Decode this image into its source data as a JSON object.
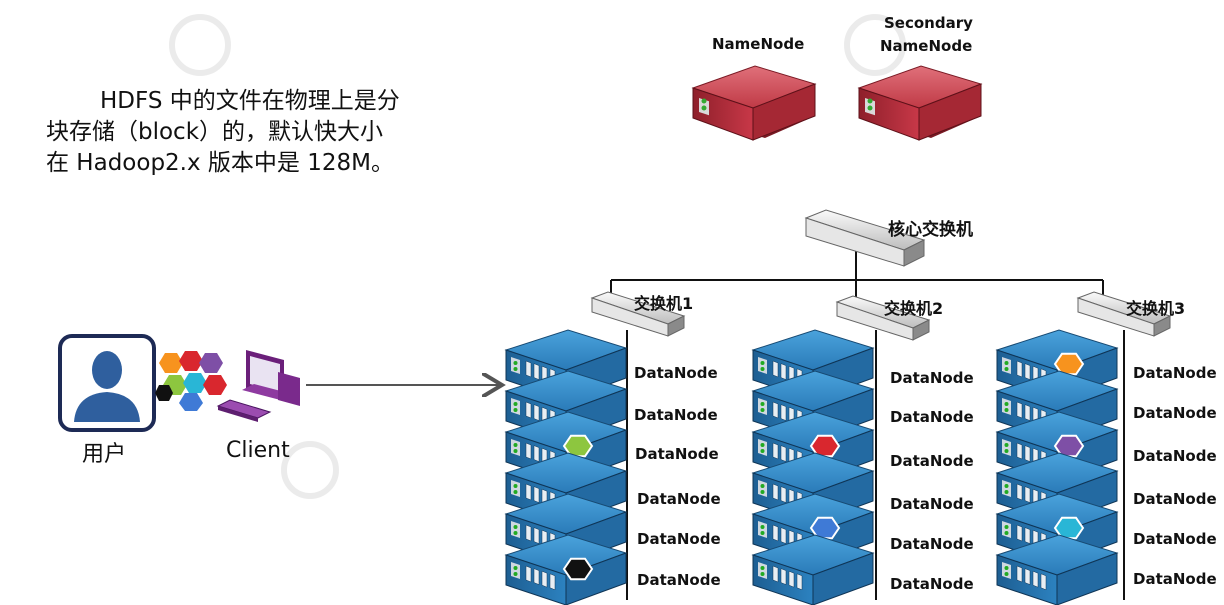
{
  "description": {
    "line1": "HDFS 中的文件在物理上是分",
    "line2": "块存储（block）的，默认快大小",
    "line3": "在 Hadoop2.x 版本中是 128M。"
  },
  "user_label": "用户",
  "client_label": "Client",
  "namenode_label": "NameNode",
  "secondary_label_1": "Secondary",
  "secondary_label_2": "NameNode",
  "core_switch_label": "核心交换机",
  "switches": [
    "交换机1",
    "交换机2",
    "交换机3"
  ],
  "datanode_label": "DataNode",
  "colors": {
    "server_red": "#c0303c",
    "server_blue": "#1f6fa8",
    "block_green": "#8dc63f",
    "block_red": "#d9272e",
    "block_blue": "#3f7ad6",
    "block_black": "#111111",
    "block_orange": "#f7931e",
    "block_purple": "#7e4fa6",
    "block_cyan": "#29b6d6"
  },
  "icons": [
    "user-icon",
    "blocks-icon",
    "computer-icon",
    "server-icon",
    "switch-icon",
    "hexagon-block-icon"
  ]
}
